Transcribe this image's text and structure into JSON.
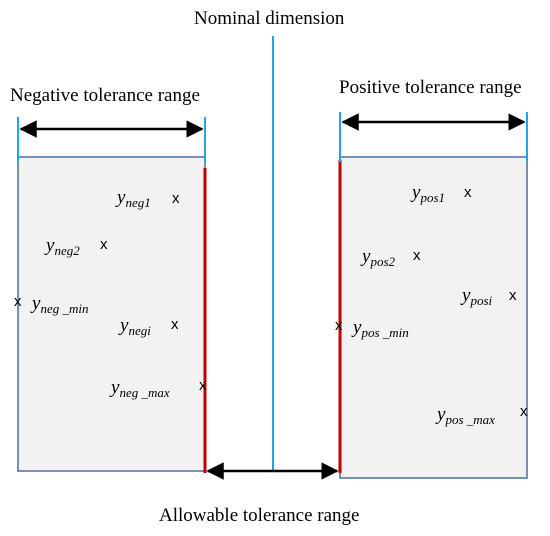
{
  "title": "Nominal dimension",
  "negative_range_label": "Negative tolerance range",
  "positive_range_label": "Positive tolerance range",
  "allowable_range_label": "Allowable tolerance range",
  "cross_mark": "x",
  "negative_points": [
    {
      "base": "y",
      "sub": "neg1"
    },
    {
      "base": "y",
      "sub": "neg2"
    },
    {
      "base": "y",
      "sub": "neg _min"
    },
    {
      "base": "y",
      "sub": "negi"
    },
    {
      "base": "y",
      "sub": "neg _max"
    }
  ],
  "positive_points": [
    {
      "base": "y",
      "sub": "pos1"
    },
    {
      "base": "y",
      "sub": "pos2"
    },
    {
      "base": "y",
      "sub": "posi"
    },
    {
      "base": "y",
      "sub": "pos _min"
    },
    {
      "base": "y",
      "sub": "pos _max"
    }
  ],
  "colors": {
    "box_fill": "#f2f2f2",
    "box_border": "#4a6fa5",
    "boundary_line": "#c00000",
    "tick_line": "#1ea7e0",
    "nominal_line": "#1ea7e0",
    "arrow": "#000000"
  }
}
